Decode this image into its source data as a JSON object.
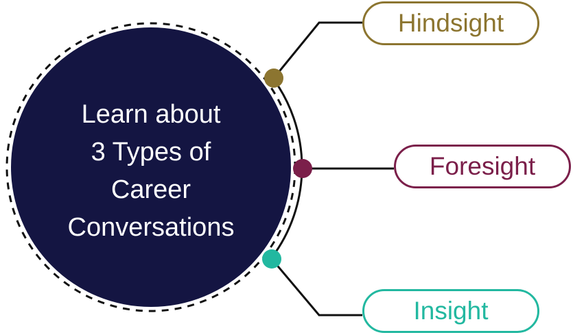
{
  "center": {
    "lines": [
      "Learn about",
      "3 Types of",
      "Career",
      "Conversations"
    ],
    "fill_color": "#141542"
  },
  "branches": [
    {
      "label": "Hindsight",
      "color": "#8c7530"
    },
    {
      "label": "Foresight",
      "color": "#7b1f4a"
    },
    {
      "label": "Insight",
      "color": "#22b8a0"
    }
  ]
}
